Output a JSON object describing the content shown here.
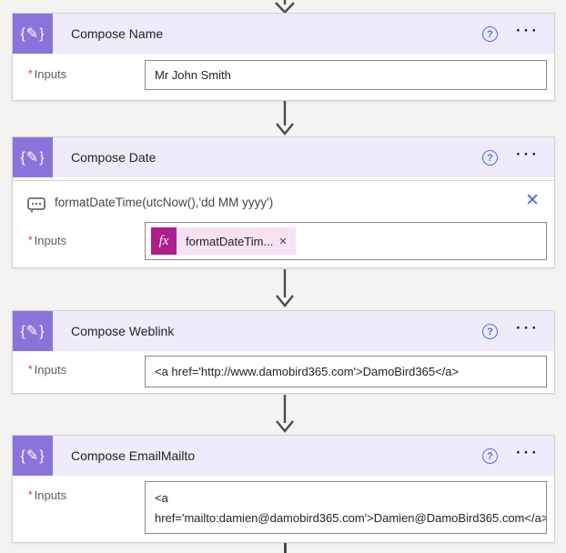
{
  "flow": {
    "cards": [
      {
        "title": "Compose Name",
        "required_mark": "*",
        "label": "Inputs",
        "value": "Mr John Smith"
      },
      {
        "title": "Compose Date",
        "required_mark": "*",
        "label": "Inputs",
        "tooltip": "formatDateTime(utcNow(),'dd MM yyyy')",
        "expression_pill": {
          "fx": "fx",
          "text": "formatDateTim...",
          "remove": "✕"
        }
      },
      {
        "title": "Compose Weblink",
        "required_mark": "*",
        "label": "Inputs",
        "value": "<a href='http://www.damobird365.com'>DamoBird365</a>"
      },
      {
        "title": "Compose EmailMailto",
        "required_mark": "*",
        "label": "Inputs",
        "value": "<a href='mailto:damien@damobird365.com'>Damien@DamoBird365.com</a>"
      }
    ],
    "icons": {
      "compose_glyph": "{✎}",
      "help": "?",
      "ellipsis": "···",
      "close": "✕"
    },
    "colors": {
      "accent_purple": "#8A74DC",
      "header_lavender": "#EFEBFA",
      "expression_magenta": "#AF1E8D",
      "pill_pink": "#F6E2F3",
      "action_blue": "#4F6BED",
      "connector_gray": "#4A4A4A",
      "required_red": "#D13438"
    }
  }
}
